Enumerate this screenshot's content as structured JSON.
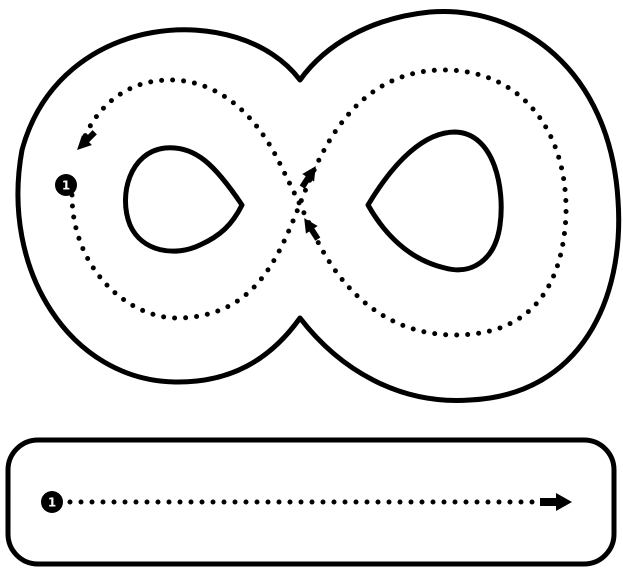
{
  "diagram": {
    "infinity_track": {
      "start_marker": {
        "label": "1",
        "fill": "#000000",
        "text_color": "#ffffff"
      },
      "path_style": "dotted",
      "arrow_count": 3
    },
    "straight_track": {
      "start_marker": {
        "label": "1",
        "fill": "#000000",
        "text_color": "#ffffff"
      },
      "path_style": "dotted",
      "arrow_count": 1
    },
    "colors": {
      "stroke": "#000000",
      "background": "#ffffff"
    }
  }
}
